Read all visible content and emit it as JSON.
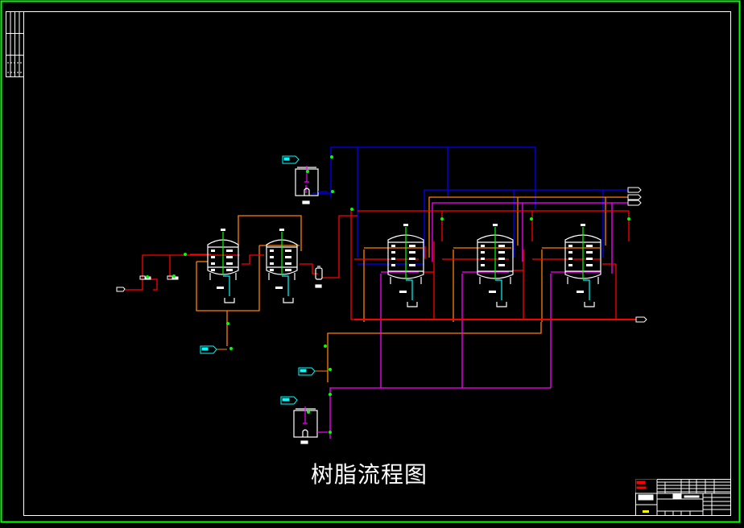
{
  "drawing": {
    "title": "树脂流程图",
    "type": "CAD process flow diagram",
    "background": "#000000"
  },
  "colors": {
    "outer_frame": "#00ff00",
    "inner_frame": "#ffffff",
    "equipment": "#ffffff",
    "valve": "#00ff00",
    "line_red": "#ff0000",
    "line_orange": "#ff8000",
    "line_blue": "#0000ff",
    "line_magenta": "#ff00ff",
    "line_cyan": "#00ffff",
    "line_green": "#00ff00",
    "tag_cyan": "#00ffff",
    "titleblock_red": "#ff0000",
    "titleblock_yellow": "#ffff00"
  },
  "equipment": [
    {
      "id": "tank-top",
      "kind": "storage-tank"
    },
    {
      "id": "reactor-1",
      "kind": "jacketed-vessel"
    },
    {
      "id": "reactor-2",
      "kind": "jacketed-vessel"
    },
    {
      "id": "filter",
      "kind": "filter"
    },
    {
      "id": "reactor-3",
      "kind": "jacketed-vessel"
    },
    {
      "id": "reactor-4",
      "kind": "jacketed-vessel"
    },
    {
      "id": "reactor-5",
      "kind": "jacketed-vessel"
    },
    {
      "id": "tank-bottom",
      "kind": "storage-tank"
    }
  ],
  "tags": [
    {
      "id": "tag-tank-top",
      "color": "cyan"
    },
    {
      "id": "tag-feed-1",
      "color": "cyan"
    },
    {
      "id": "tag-feed-2",
      "color": "cyan"
    },
    {
      "id": "tag-tank-bottom",
      "color": "cyan"
    },
    {
      "id": "tag-left-inlet",
      "color": "white"
    },
    {
      "id": "tag-out-blue",
      "color": "white"
    },
    {
      "id": "tag-out-orange",
      "color": "white"
    },
    {
      "id": "tag-out-magenta",
      "color": "white"
    },
    {
      "id": "tag-out-red",
      "color": "white"
    }
  ]
}
